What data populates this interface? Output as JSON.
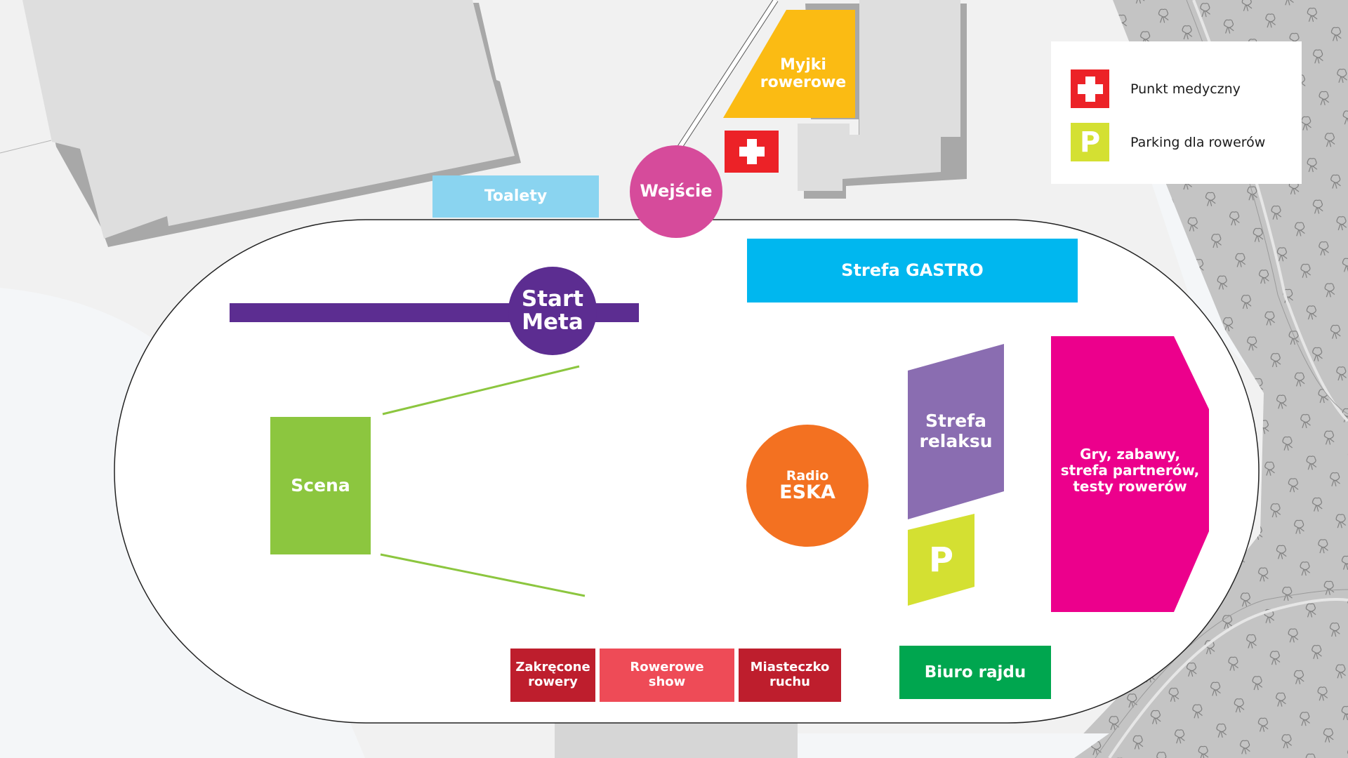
{
  "map": {
    "colors": {
      "background": "#f4f6f8",
      "ground": "#f1f1f1",
      "building": "#dedede",
      "building_shadow": "#a8a8a8",
      "forest": "#c4c4c4",
      "track_fill": "#ffffff",
      "track_outline": "#222222"
    }
  },
  "zones": {
    "toilets": {
      "label": "Toalety",
      "color": "#8ad4f0"
    },
    "entrance": {
      "label": "Wejście",
      "color": "#d64b9b"
    },
    "bike_wash": {
      "label_line1": "Myjki",
      "label_line2": "rowerowe",
      "color": "#fbbb13"
    },
    "medical_point": {
      "icon": "medical-cross-icon",
      "color": "#ec2227"
    },
    "start_finish": {
      "label_line1": "Start",
      "label_line2": "Meta",
      "color": "#5c2d91"
    },
    "gastro": {
      "label": "Strefa GASTRO",
      "color": "#00b7ef"
    },
    "stage": {
      "label": "Scena",
      "color": "#8cc63f"
    },
    "radio": {
      "label_line1": "Radio",
      "label_line2": "ESKA",
      "color": "#f37121"
    },
    "relax": {
      "label_line1": "Strefa",
      "label_line2": "relaksu",
      "color": "#8a6db1"
    },
    "bike_parking": {
      "label": "P",
      "color": "#d4e032"
    },
    "games": {
      "label_line1": "Gry, zabawy,",
      "label_line2": "strefa partnerów,",
      "label_line3": "testy rowerów",
      "color": "#ec008c"
    },
    "crazy_bikes": {
      "label_line1": "Zakręcone",
      "label_line2": "rowery",
      "color": "#be1e2d"
    },
    "bike_show": {
      "label_line1": "Rowerowe",
      "label_line2": "show",
      "color": "#ee4b57"
    },
    "traffic_town": {
      "label_line1": "Miasteczko",
      "label_line2": "ruchu",
      "color": "#be1e2d"
    },
    "rally_office": {
      "label": "Biuro rajdu",
      "color": "#00a64f"
    }
  },
  "legend": {
    "items": [
      {
        "icon": "medical-cross-icon",
        "label": "Punkt medyczny",
        "color": "#ec2227"
      },
      {
        "icon": "parking-p-icon",
        "symbol": "P",
        "label": "Parking dla rowerów",
        "color": "#d4e032"
      }
    ]
  }
}
